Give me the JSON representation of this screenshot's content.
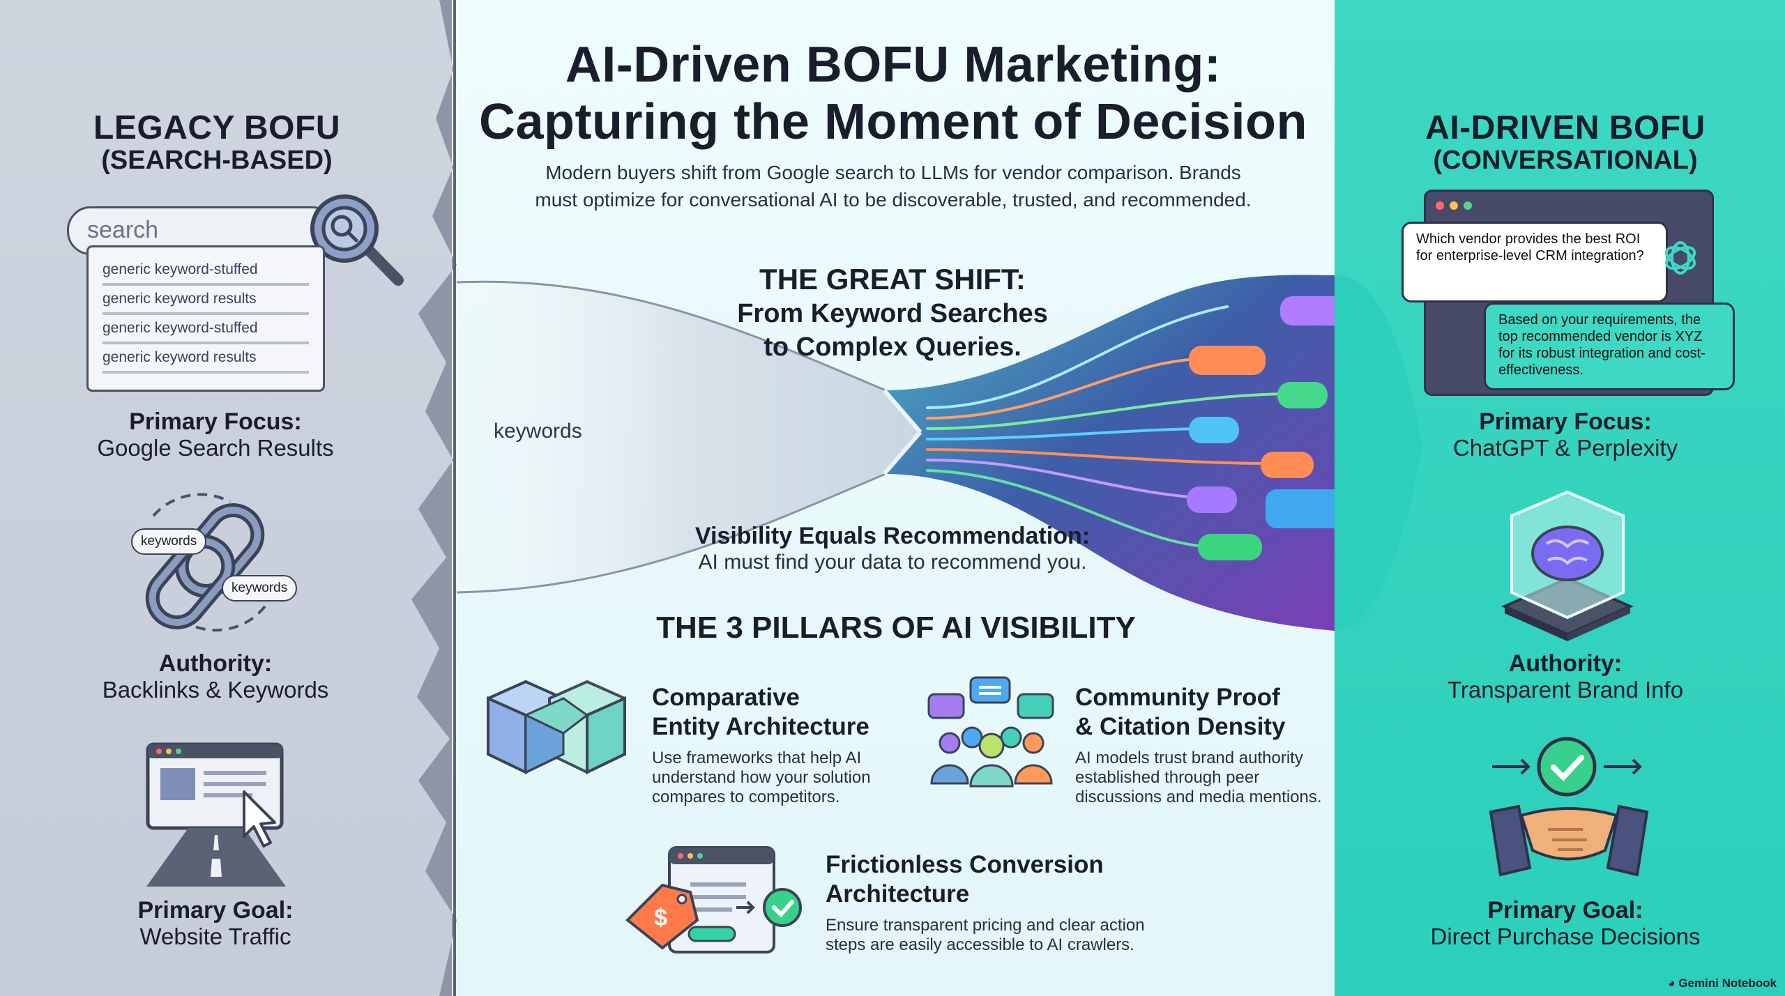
{
  "title": {
    "line1": "AI-Driven BOFU Marketing:",
    "line2": "Capturing the Moment of Decision"
  },
  "intro": {
    "line1": "Modern buyers shift from Google search to LLMs for vendor comparison. Brands",
    "line2": "must optimize for conversational AI to be discoverable, trusted, and recommended."
  },
  "legacy": {
    "title": "LEGACY BOFU",
    "subtitle": "(SEARCH-BASED)",
    "search_placeholder": "search",
    "results": [
      "generic keyword-stuffed",
      "generic keyword results",
      "generic keyword-stuffed",
      "generic keyword results"
    ],
    "focus_label": "Primary Focus:",
    "focus_value": "Google Search Results",
    "link_pill_1": "keywords",
    "link_pill_2": "keywords",
    "authority_label": "Authority:",
    "authority_value": "Backlinks & Keywords",
    "goal_label": "Primary Goal:",
    "goal_value": "Website Traffic"
  },
  "ai": {
    "title": "AI-DRIVEN BOFU",
    "subtitle": "(CONVERSATIONAL)",
    "question": "Which vendor provides the best ROI for enterprise-level CRM integration?",
    "answer": "Based on your requirements, the top recommended vendor is XYZ for its robust integration and cost-effectiveness.",
    "focus_label": "Primary Focus:",
    "focus_value": "ChatGPT & Perplexity",
    "authority_label": "Authority:",
    "authority_value": "Transparent Brand Info",
    "goal_label": "Primary Goal:",
    "goal_value": "Direct Purchase Decisions"
  },
  "shift": {
    "title": "THE GREAT SHIFT:",
    "sub1": "From Keyword Searches",
    "sub2": "to Complex Queries.",
    "keywords_label": "keywords",
    "visibility_title": "Visibility Equals Recommendation:",
    "visibility_text": "AI must find your data to recommend you."
  },
  "pillars": {
    "heading": "THE 3 PILLARS OF AI VISIBILITY",
    "p1_head1": "Comparative",
    "p1_head2": "Entity Architecture",
    "p1_text1": "Use frameworks that help AI",
    "p1_text2": "understand how your solution",
    "p1_text3": "compares to competitors.",
    "p2_head1": "Community Proof",
    "p2_head2": "& Citation Density",
    "p2_text1": "AI models trust brand authority",
    "p2_text2": "established through peer",
    "p2_text3": "discussions and media mentions.",
    "p3_head1": "Frictionless Conversion",
    "p3_head2": "Architecture",
    "p3_text1": "Ensure transparent pricing and clear action",
    "p3_text2": "steps are easily accessible to AI crawlers."
  },
  "footer": {
    "brand": "Gemini Notebook"
  },
  "colors": {
    "left_panel": "#cbd1dc",
    "right_panel": "#36d4c0",
    "dark": "#1a1d2b"
  }
}
